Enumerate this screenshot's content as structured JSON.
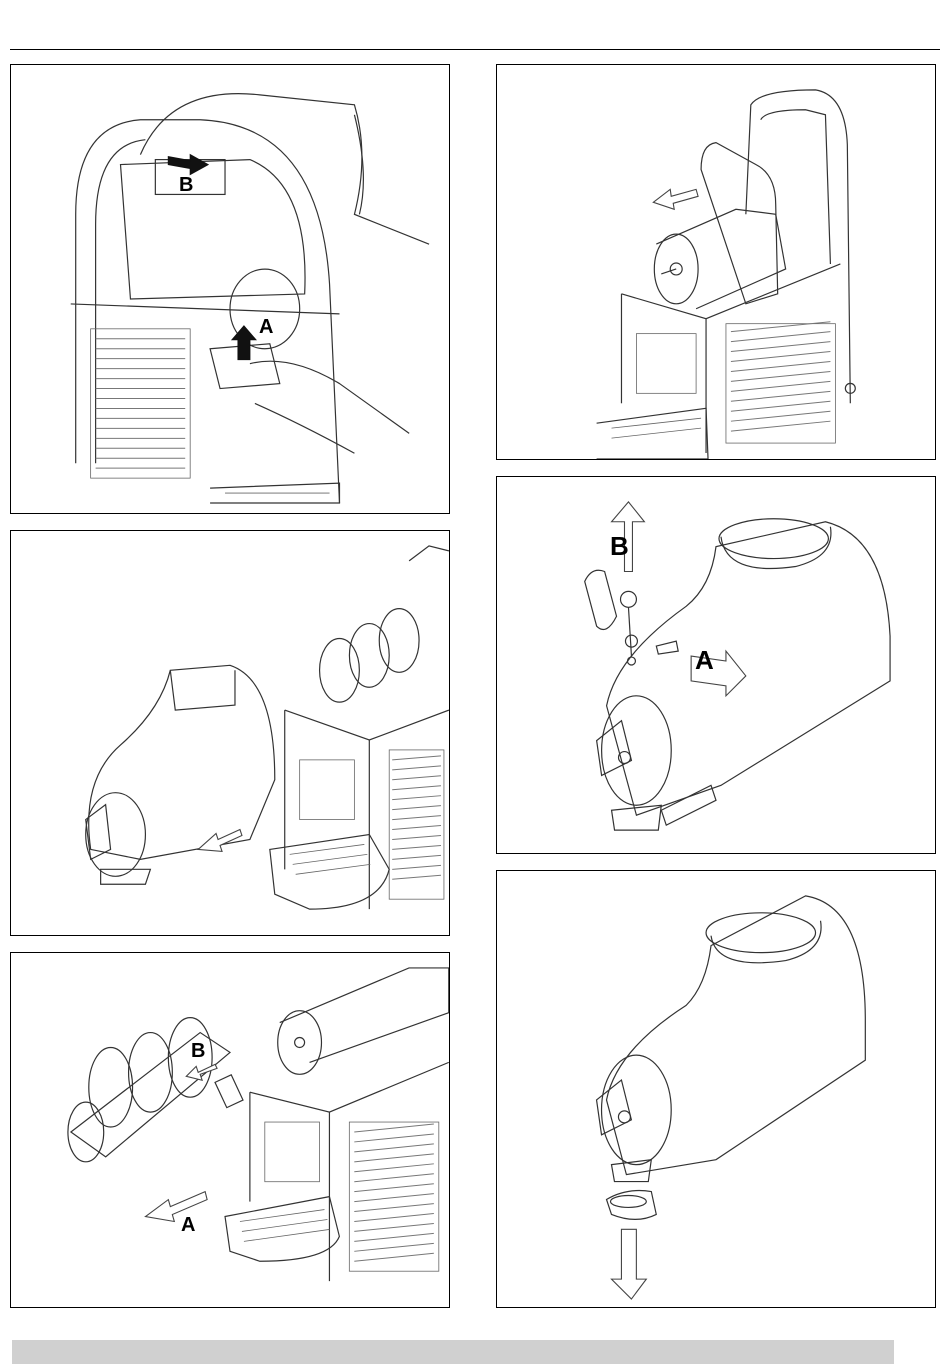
{
  "panels": [
    {
      "id": "p1",
      "labels": [
        "B",
        "A"
      ]
    },
    {
      "id": "p2",
      "labels": []
    },
    {
      "id": "p3",
      "labels": [
        "B",
        "A"
      ]
    },
    {
      "id": "p4",
      "labels": []
    },
    {
      "id": "p5",
      "labels": [
        "B",
        "A"
      ]
    },
    {
      "id": "p6",
      "labels": []
    }
  ],
  "colors": {
    "line": "#333333",
    "footer": "#d0d0d0"
  },
  "icons": {
    "p1": "hand-lifting-lid-illustration",
    "p2": "bowl-removal-illustration",
    "p3": "auger-removal-illustration",
    "p4": "cylinder-seal-removal-illustration",
    "p5": "tap-disassembly-illustration",
    "p6": "drip-cap-removal-illustration"
  }
}
